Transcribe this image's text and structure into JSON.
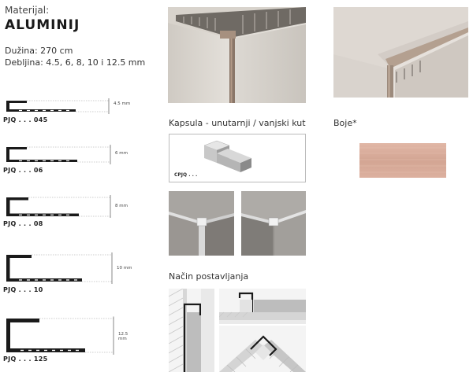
{
  "material": {
    "label": "Materijal:",
    "name": "ALUMINIJ"
  },
  "specs": {
    "length": "Dužina: 270 cm",
    "thickness": "Debljina: 4.5, 6, 8, 10 i 12.5 mm"
  },
  "profiles": [
    {
      "code": "PJQ . . . 045",
      "dimension": "4.5 mm"
    },
    {
      "code": "PJQ . . . 06",
      "dimension": "6 mm"
    },
    {
      "code": "PJQ . . . 08",
      "dimension": "8 mm"
    },
    {
      "code": "PJQ . . . 10",
      "dimension": "10 mm"
    },
    {
      "code": "PJQ . . . 125",
      "dimension": "12.5 mm"
    }
  ],
  "captions": {
    "kapsula": "Kapsula - unutarnji / vanjski kut",
    "boje": "Boje*",
    "postavljanje": "Način postavljanja",
    "kapsula_code": "CPJQ . . ."
  },
  "colors": {
    "swatch": "#d8ab99",
    "profile_stroke": "#1a1a1a"
  }
}
